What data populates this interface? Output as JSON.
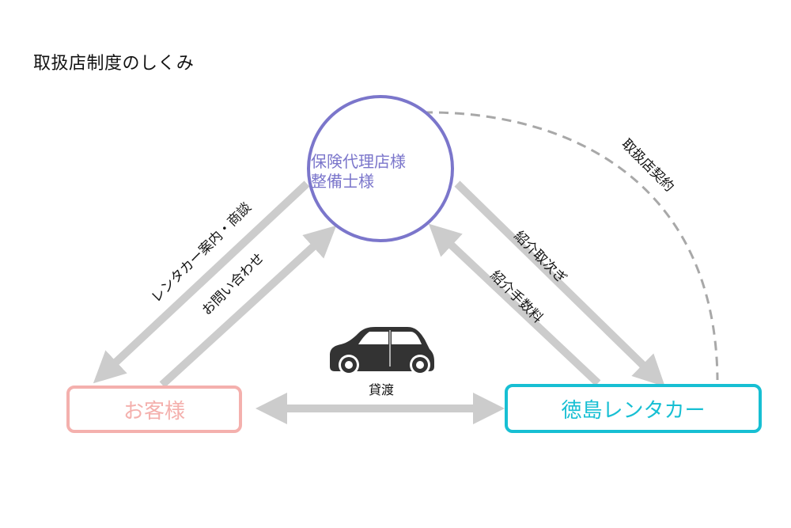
{
  "title": "取扱店制度のしくみ",
  "nodes": {
    "agency": {
      "line1": "保険代理店様",
      "line2": "整備士様",
      "color": "#7b76cb"
    },
    "customer": {
      "label": "お客様",
      "color": "#f4b0ad"
    },
    "rental_company": {
      "label": "徳島レンタカー",
      "color": "#17bfd3"
    }
  },
  "relations": {
    "agency_to_customer": "レンタカー案内・商談",
    "customer_to_agency": "お問い合わせ",
    "agency_to_rental": "紹介取次ぎ",
    "rental_to_agency": "紹介手数料",
    "agency_rental_contract": "取扱店契約",
    "customer_rental": "貸渡"
  },
  "icons": {
    "car": "car-icon"
  },
  "colors": {
    "arrow": "#cccccc",
    "dashed_line": "#a8a8a8",
    "text": "#111111"
  }
}
